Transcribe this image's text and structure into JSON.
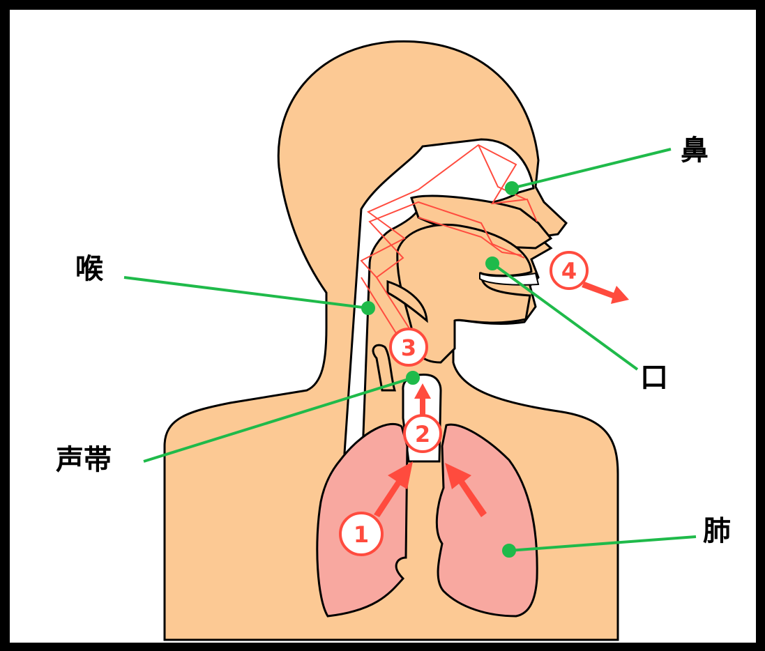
{
  "labels": {
    "nose": "鼻",
    "throat": "喉",
    "mouth": "口",
    "vocal_cords": "声帯",
    "lungs": "肺"
  },
  "steps": [
    "1",
    "2",
    "3",
    "4"
  ],
  "colors": {
    "skin": "#fcc994",
    "lung": "#f8a8a0",
    "outline": "#000000",
    "airflow": "#ff4b3e",
    "leader": "#1fba4a",
    "background": "#ffffff",
    "border": "#000000"
  }
}
